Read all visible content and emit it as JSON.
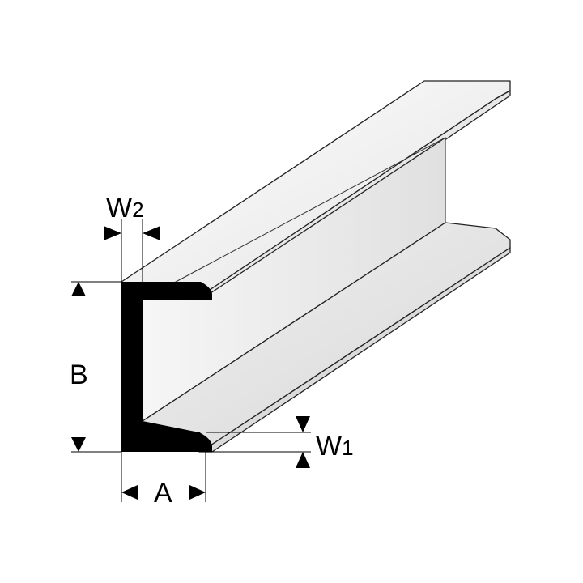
{
  "labels": {
    "w2_main": "W",
    "w2_sub": "2",
    "b": "B",
    "w1_main": "W",
    "w1_sub": "1",
    "a": "A"
  },
  "colors": {
    "profile": "#000000",
    "surface_light": "#f4f4f4",
    "surface_mid": "#e6e6e6",
    "surface_dark": "#d6d6d6",
    "edge": "#222222",
    "dimension": "#000000"
  }
}
